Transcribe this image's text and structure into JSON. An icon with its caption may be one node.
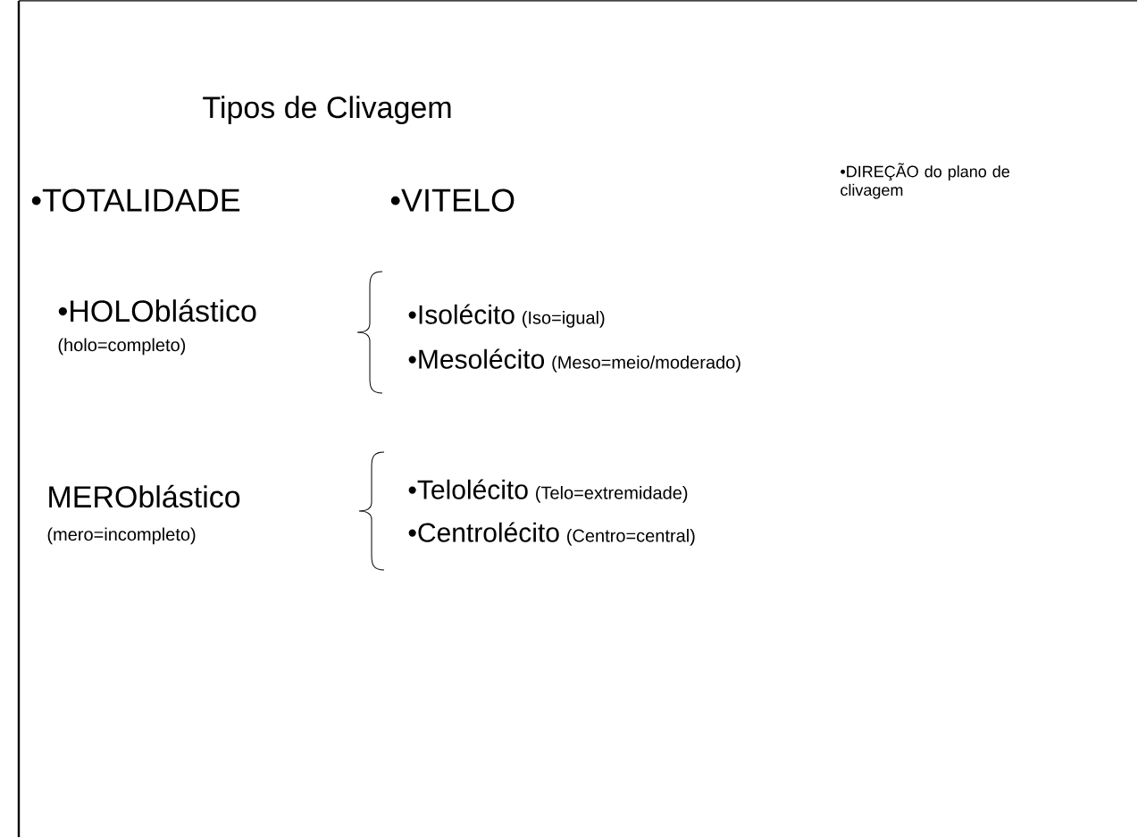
{
  "diagram": {
    "title": "Tipos de Clivagem",
    "labels": [
      "•TOTALIDADE",
      "•VITELO",
      "•DIREÇÃO do plano de clivagem",
      "•HOLOblástico",
      "(holo=completo)",
      "•Isolécito",
      "(Iso=igual)",
      "•Mesolécito",
      "(Meso=meio/moderado)",
      "MEROblástico",
      "(mero=incompleto)",
      "•Telolécito",
      "(Telo=extremidade)",
      "•Centrolécito",
      "(Centro=central)"
    ]
  }
}
